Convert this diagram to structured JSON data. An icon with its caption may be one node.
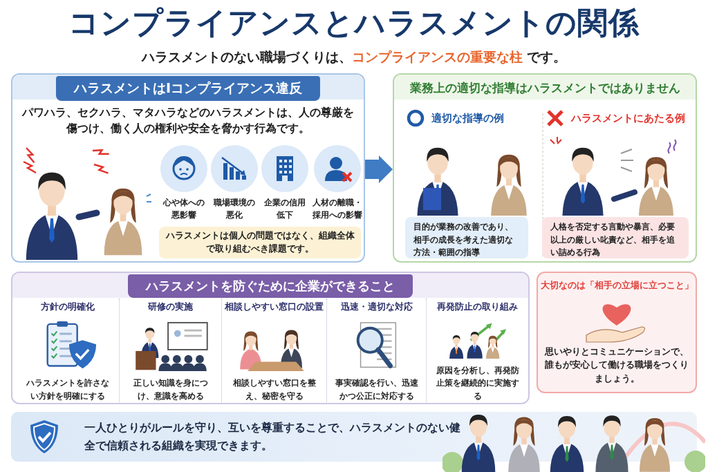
{
  "diagram": {
    "title": "コンプライアンスとハラスメントの関係",
    "nodes": [
      {
        "text": [
          "ハラスメントはIコンプライアンス違反",
          "パワハラ、セクハラ、マタハラなどのハラスメントは、人の尊厳を傷つけ、働く人の権利や安全を脅かす行為です。"
        ]
      },
      {
        "text": [
          "心や体への悪影響"
        ],
        "in": 0
      },
      {
        "text": [
          "職場環境の悪化"
        ],
        "in": 0
      },
      {
        "text": [
          "企業の信用低下"
        ],
        "in": 0
      },
      {
        "text": [
          "人材の離職・採用への影響"
        ],
        "in": 0
      },
      {
        "text": [
          "ハラスメントは個人の問題ではなく、組織全体で取り組むべき課題です。"
        ],
        "in": 0
      },
      {
        "text": [
          "業務上の適切な指導はハラスメントではありません"
        ]
      },
      {
        "text": [
          "目的が業務の改善であり、相手の成長を考えた適切な方法・範囲の指導"
        ],
        "in": 6
      },
      {
        "text": [
          "人格を否定する言動や暴言、必要以上の厳しい叱責など、相手を追い詰める行為"
        ],
        "in": 6
      },
      {
        "text": [
          "ハラスメントを防ぐために企業ができること"
        ]
      },
      {
        "text": [
          "方針の明確化",
          "ハラスメントを許さない方針を明確にする"
        ],
        "in": 9
      },
      {
        "text": [
          "研修の実施",
          "正しい知識を身につけ、意識を高める"
        ],
        "in": 9
      },
      {
        "text": [
          "相談しやすい窓口の設置",
          "相談しやすい窓口を整え、秘密を守る"
        ],
        "in": 9
      },
      {
        "text": [
          "迅速・適切な対応",
          "事実確認を行い、迅速かつ公正に対応する"
        ],
        "in": 9
      },
      {
        "text": [
          "再発防止の取り組み",
          "原因を分析し、再発防止策を継続的に実施する"
        ],
        "in": 9
      },
      {
        "text": [
          "大切なのは「相手の立場に立つこと」",
          "思いやりとコミュニケーションで、誰もが安心して働ける職場をつくりましょう。"
        ]
      },
      {
        "text": [
          "一人ひとりがルールを守り、互いを尊重することで、ハラスメントのない健全で信頼される組織を実現できます。"
        ]
      }
    ],
    "edges": [
      {
        "from": 0,
        "to": 6,
        "arrow": "to"
      }
    ],
    "labels": [
      "ハラスメントのない職場づくりは、**コンプライアンスの重要な柱** です。",
      "適切な指導の例",
      "ハラスメントにあたる例"
    ]
  }
}
